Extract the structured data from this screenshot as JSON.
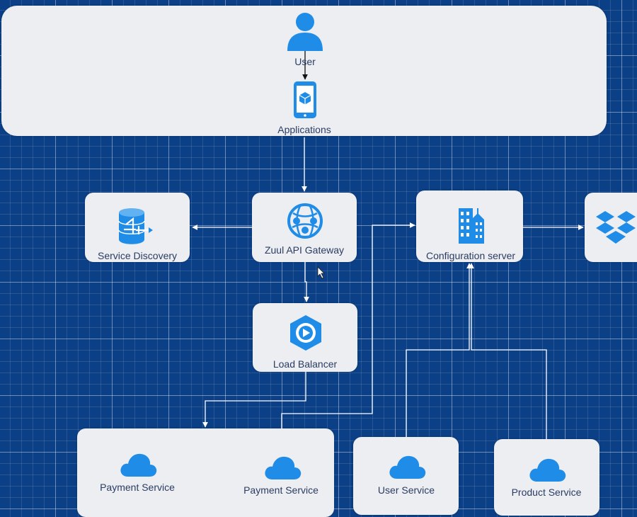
{
  "nodes": {
    "user": "User",
    "applications": "Applications",
    "service_discovery": "Service Discovery",
    "zuul_gateway": "Zuul API Gateway",
    "config_server": "Configuration server",
    "load_balancer": "Load Balancer",
    "payment_service_1": "Payment Service",
    "payment_service_2": "Payment Service",
    "user_service": "User Service",
    "product_service": "Product Service"
  },
  "colors": {
    "canvas": "#0b3f86",
    "box": "#eceef1",
    "icon_blue": "#1f8ce8",
    "label": "#2b3c63",
    "connector": "#ffffff"
  },
  "icons": [
    "user-icon",
    "mobile-app-icon",
    "database-icon",
    "globe-network-icon",
    "buildings-icon",
    "dropbox-icon",
    "load-balancer-icon",
    "cloud-icon"
  ]
}
